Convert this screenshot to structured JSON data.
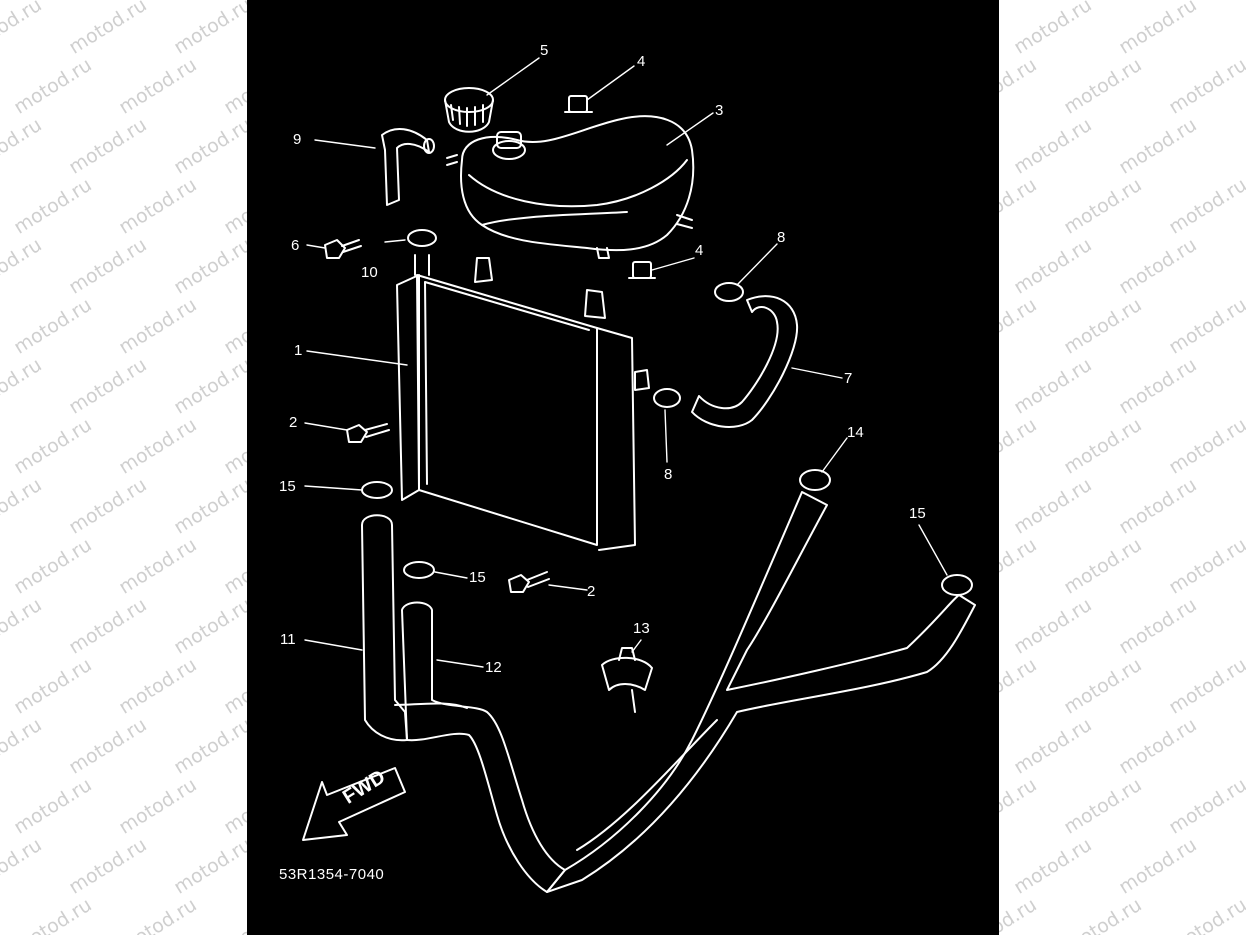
{
  "watermark": {
    "text": "motod.ru",
    "color": "#cfcfcf"
  },
  "diagram": {
    "background": "#000000",
    "line_color": "#ffffff",
    "part_code": "53R1354-7040",
    "fwd_label": "FWD",
    "callouts": [
      "5",
      "4",
      "3",
      "9",
      "6",
      "10",
      "4",
      "8",
      "1",
      "7",
      "2",
      "8",
      "14",
      "15",
      "15",
      "15",
      "2",
      "13",
      "11",
      "12"
    ]
  }
}
